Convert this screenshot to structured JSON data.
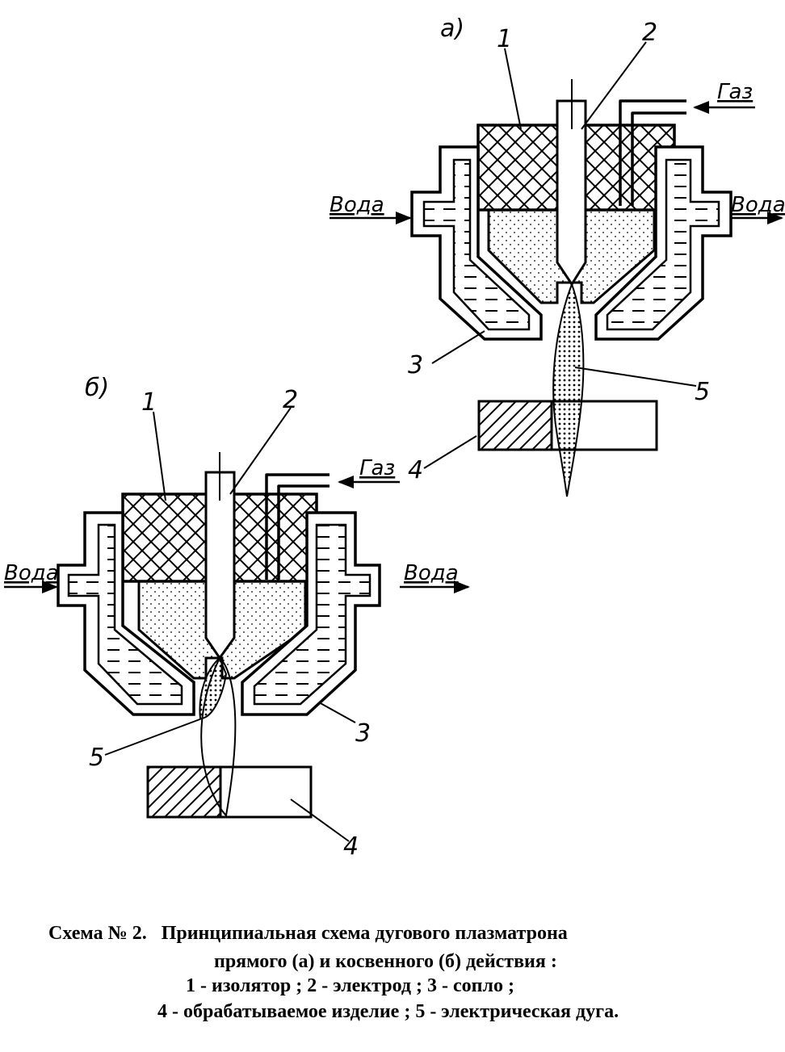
{
  "diagram_a": {
    "letter": "а)",
    "labels": {
      "insulator": "1",
      "electrode": "2",
      "nozzle": "3",
      "workpiece": "4",
      "arc": "5"
    },
    "gas": "Газ",
    "water_in": "Вода",
    "water_out": "Вода"
  },
  "diagram_b": {
    "letter": "б)",
    "labels": {
      "insulator": "1",
      "electrode": "2",
      "nozzle": "3",
      "workpiece": "4",
      "arc": "5"
    },
    "gas": "Газ",
    "water_in": "Вода",
    "water_out": "Вода"
  },
  "caption": {
    "line1_prefix": "Схема № 2.",
    "line1_text": "Принципиальная схема дугового плазматрона",
    "line2": "прямого (а) и косвенного  (б) действия :",
    "line3": "1 - изолятор ; 2 - электрод ; 3 - сопло ;",
    "line4": "4 - обрабатываемое  изделие ; 5 - электрическая  дуга."
  }
}
